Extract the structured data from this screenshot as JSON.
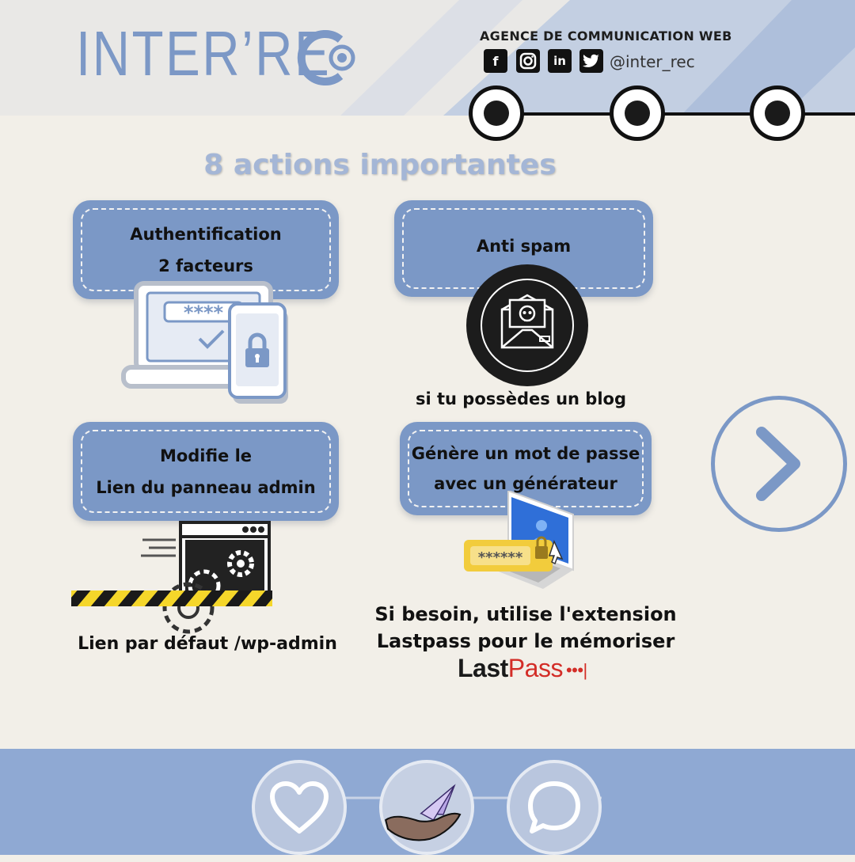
{
  "header": {
    "logo_text": "INTER’RE",
    "agency_label": "AGENCE DE COMMUNICATION WEB",
    "social_icons": [
      "facebook-icon",
      "instagram-icon",
      "linkedin-icon",
      "twitter-icon"
    ],
    "social_handle": "@inter_rec"
  },
  "title": "8 actions importantes",
  "cards": [
    {
      "line1": "Authentification",
      "line2": "2 facteurs"
    },
    {
      "line1": "Anti spam",
      "line2": ""
    },
    {
      "line1": "Modifie le",
      "line2": "Lien du panneau admin"
    },
    {
      "line1": "Génère un mot de passe",
      "line2": "avec un générateur"
    }
  ],
  "captions": {
    "blog": "si tu possèdes un blog",
    "default_link": "Lien par défaut /wp-admin",
    "lastpass_line1": "Si besoin, utilise l'extension",
    "lastpass_line2": "Lastpass pour le mémoriser"
  },
  "lastpass_logo": {
    "part1": "Last",
    "part2": "Pass",
    "dots": "•••|"
  },
  "password_mask": "******",
  "code_mask": "****",
  "colors": {
    "accent": "#7b98c6",
    "background": "#f2efe8",
    "lastpass_red": "#d32d27",
    "dark": "#111111"
  }
}
